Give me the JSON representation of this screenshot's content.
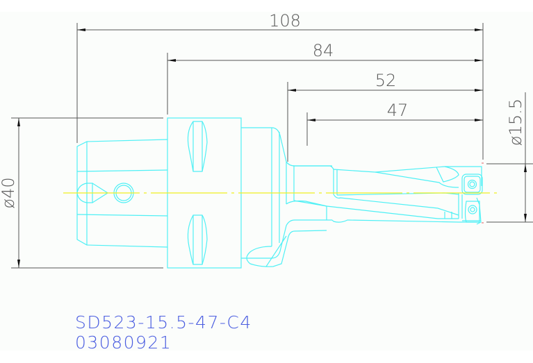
{
  "drawing": {
    "title": "SD523-15.5-47-C4",
    "drawing_number": "03080921",
    "colors": {
      "background": "#fbfdfb",
      "geometry": "#4ff0f5",
      "centerline": "#f0f020",
      "dimension": "#555555",
      "label_text": "#4a5de0",
      "marker": "#e06060"
    },
    "dimensions": {
      "overall_length": {
        "value": "108",
        "orientation": "horizontal"
      },
      "holder_to_tip": {
        "value": "84",
        "orientation": "horizontal"
      },
      "neck_to_tip": {
        "value": "52",
        "orientation": "horizontal"
      },
      "flute_length": {
        "value": "47",
        "orientation": "horizontal"
      },
      "shank_diameter": {
        "value": "ø40",
        "orientation": "vertical"
      },
      "drill_diameter": {
        "value": "ø15.5",
        "orientation": "vertical"
      }
    }
  }
}
